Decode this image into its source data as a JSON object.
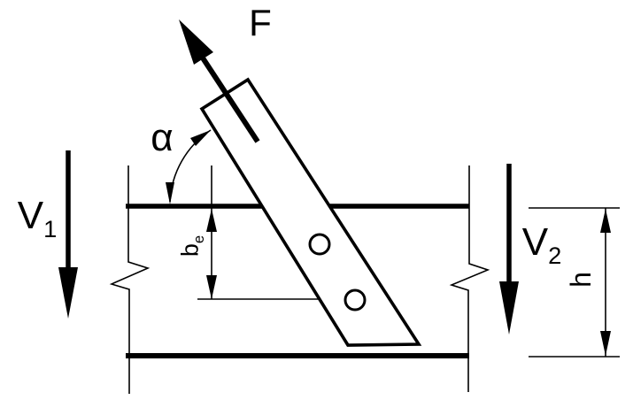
{
  "diagram": {
    "labels": {
      "force": "F",
      "angle": "α",
      "v1": {
        "base": "V",
        "sub": "1"
      },
      "v2": {
        "base": "V",
        "sub": "2"
      },
      "be": {
        "base": "b",
        "sub": "e"
      },
      "depth": "h"
    },
    "colors": {
      "ink": "#000000",
      "background": "#ffffff"
    }
  }
}
